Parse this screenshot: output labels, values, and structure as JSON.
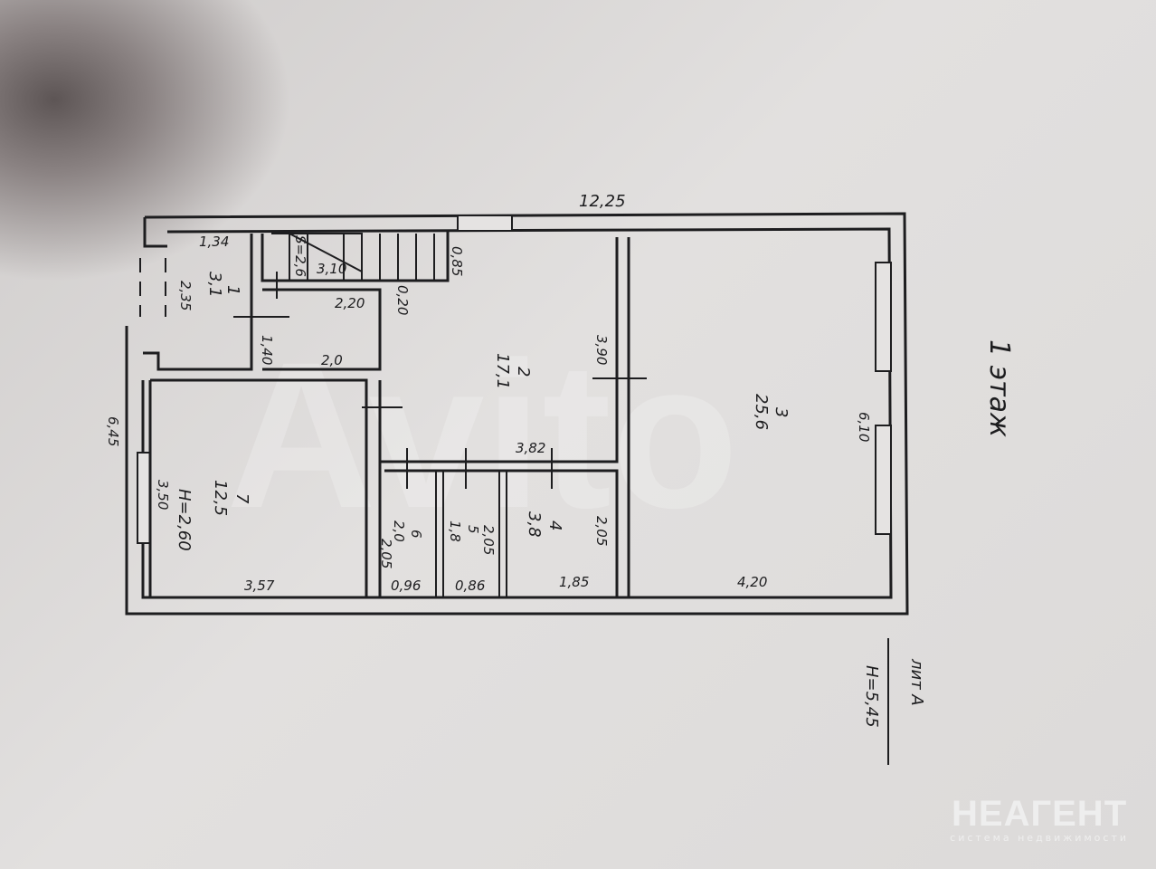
{
  "floor_title": "1 этаж",
  "lit": {
    "name": "лит А",
    "height": "Н=5,45"
  },
  "watermark": "Avito",
  "brand": {
    "name": "НЕАГЕНТ",
    "tagline": "система недвижимости"
  },
  "dimensions": {
    "total_length": "12,25",
    "total_width": "6,45",
    "r1_width": "1,34",
    "r1_len": "2,35",
    "stair_area": "S=2,6",
    "stair_len": "3,10",
    "stair_w": "0,85",
    "wall_020": "0,20",
    "d_220": "2,20",
    "d_140": "1,40",
    "d_20": "2,0",
    "d_390": "3,90",
    "d_610": "6,10",
    "d_382": "3,82",
    "d_350": "3,50",
    "d_357": "3,57",
    "d_096": "0,96",
    "d_086": "0,86",
    "d_185": "1,85",
    "d_420": "4,20",
    "d_205a": "2,05",
    "d_205b": "2,05",
    "d_205c": "2,05"
  },
  "rooms": [
    {
      "num": "1",
      "area": "3,1"
    },
    {
      "num": "2",
      "area": "17,1"
    },
    {
      "num": "3",
      "area": "25,6"
    },
    {
      "num": "4",
      "area": "3,8"
    },
    {
      "num": "5",
      "area": "1,8"
    },
    {
      "num": "6",
      "area": "2,0"
    },
    {
      "num": "7",
      "area": "12,5",
      "ceiling": "Н=2,60"
    }
  ]
}
